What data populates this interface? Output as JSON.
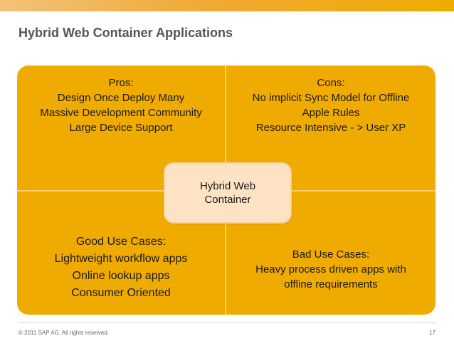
{
  "slide": {
    "title": "Hybrid Web Container Applications",
    "center_label": [
      "Hybrid Web",
      "Container"
    ],
    "quadrants": {
      "top_left": [
        "Pros:",
        "Design Once Deploy Many",
        "Massive Development Community",
        "Large Device Support"
      ],
      "top_right": [
        "Cons:",
        "No implicit Sync Model for Offline",
        "Apple Rules",
        "Resource Intensive - > User XP"
      ],
      "bottom_left": [
        "Good Use Cases:",
        "Lightweight workflow apps",
        "Online lookup apps",
        "Consumer Oriented"
      ],
      "bottom_right": [
        "Bad Use Cases:",
        "Heavy process driven apps with",
        "offline requirements"
      ]
    },
    "footer": {
      "copyright": "© 2011 SAP AG. All rights reserved.",
      "page_number": "17"
    },
    "colors": {
      "quadrant_fill": "#f0ab00",
      "center_fill": "#fde2c4",
      "title_text": "#555555"
    }
  }
}
